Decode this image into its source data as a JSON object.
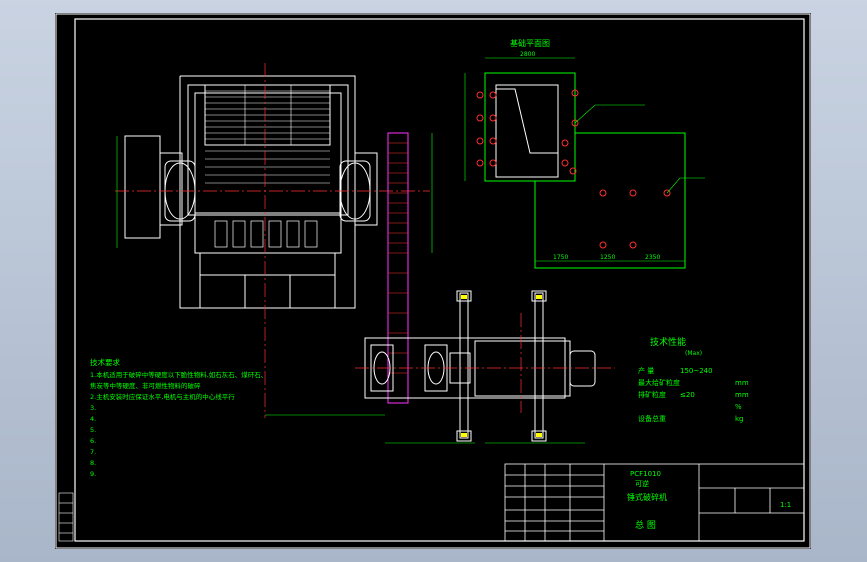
{
  "drawing": {
    "foundation_title": "基础平面图",
    "tech_spec_title": "技术性能",
    "tech_spec_subtitle": "(Max)",
    "tech_spec_rows": [
      {
        "label": "产 量",
        "value": "150~240",
        "unit": ""
      },
      {
        "label": "最大给矿粒度",
        "value": "",
        "unit": "mm"
      },
      {
        "label": "排矿粒度",
        "value": "≤20",
        "unit": "mm"
      },
      {
        "label": "",
        "value": "",
        "unit": "%"
      },
      {
        "label": "设备总重",
        "value": "",
        "unit": "kg"
      }
    ],
    "tech_notes_title": "技术要求",
    "tech_notes": [
      "1.本机适用于破碎中等硬度以下脆性物料,如石灰石、煤矸石、",
      "  焦炭等中等硬度、非可燃性物料的破碎",
      "2.主机安装时应保证水平,电机与主机的中心线平行",
      "3.",
      "4.",
      "5.",
      "6.",
      "7.",
      "8.",
      "9."
    ],
    "title_block": {
      "model": "PCF1010",
      "name_line1": "可逆",
      "name_line2": "锤式破碎机",
      "drawing_name": "总 图",
      "scale": "1:1"
    },
    "dimensions": {
      "top_width": "2800",
      "dim_1750": "1750",
      "dim_1250": "1250",
      "dim_2350": "2350"
    }
  },
  "colors": {
    "line": "#ffffff",
    "center": "#ff3030",
    "dim": "#00ff00",
    "magenta": "#ff33ff",
    "yellow": "#ffff00",
    "cyan": "#00e5ff"
  }
}
